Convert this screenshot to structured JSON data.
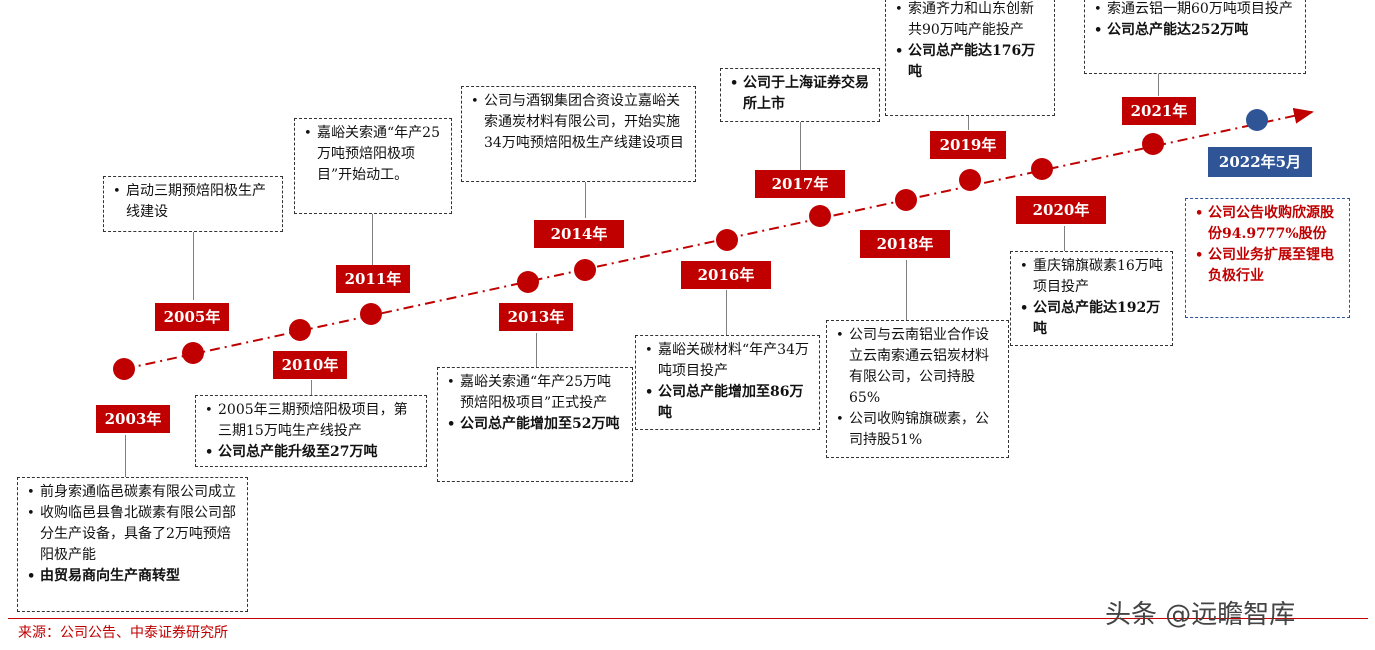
{
  "years": {
    "y2003": "2003年",
    "y2005": "2005年",
    "y2010": "2010年",
    "y2011": "2011年",
    "y2013": "2013年",
    "y2014": "2014年",
    "y2016": "2016年",
    "y2017": "2017年",
    "y2018": "2018年",
    "y2019": "2019年",
    "y2020": "2020年",
    "y2021": "2021年",
    "y2022": "2022年5月"
  },
  "events": {
    "e2003": [
      "前身索通临邑碳素有限公司成立",
      "收购临邑县鲁北碳素有限公司部分生产设备，具备了2万吨预焙阳极产能",
      "由贸易商向生产商转型"
    ],
    "e2005": [
      "启动三期预焙阳极生产线建设"
    ],
    "e2010": [
      "2005年三期预焙阳极项目，第三期15万吨生产线投产",
      "公司总产能升级至27万吨"
    ],
    "e2011": [
      "嘉峪关索通“年产25万吨预焙阳极项目”开始动工。"
    ],
    "e2013": [
      "嘉峪关索通“年产25万吨预焙阳极项目”正式投产",
      "公司总产能增加至52万吨"
    ],
    "e2014": [
      "公司与酒钢集团合资设立嘉峪关索通炭材料有限公司，开始实施34万吨预焙阳极生产线建设项目"
    ],
    "e2016": [
      "嘉峪关碳材料“年产34万吨项目投产",
      "公司总产能增加至86万吨"
    ],
    "e2017": [
      "公司于上海证券交易所上市"
    ],
    "e2018": [
      "公司与云南铝业合作设立云南索通云铝炭材料有限公司，公司持股65%",
      "公司收购锦旗碳素，公司持股51%"
    ],
    "e2019": [
      "索通齐力和山东创新共90万吨产能投产",
      "公司总产能达176万吨"
    ],
    "e2020": [
      "重庆锦旗碳素16万吨项目投产",
      "公司总产能达192万吨"
    ],
    "e2021": [
      "索通云铝一期60万吨项目投产",
      "公司总产能达252万吨"
    ],
    "e2022": [
      "公司公告收购欣源股份94.9777%股份",
      "公司业务扩展至锂电负极行业"
    ]
  },
  "source": "来源：公司公告、中泰证券研究所",
  "watermark": "头条 @远瞻智库",
  "colors": {
    "red": "#c00000",
    "blue": "#2f5597",
    "line": "#c00000"
  }
}
